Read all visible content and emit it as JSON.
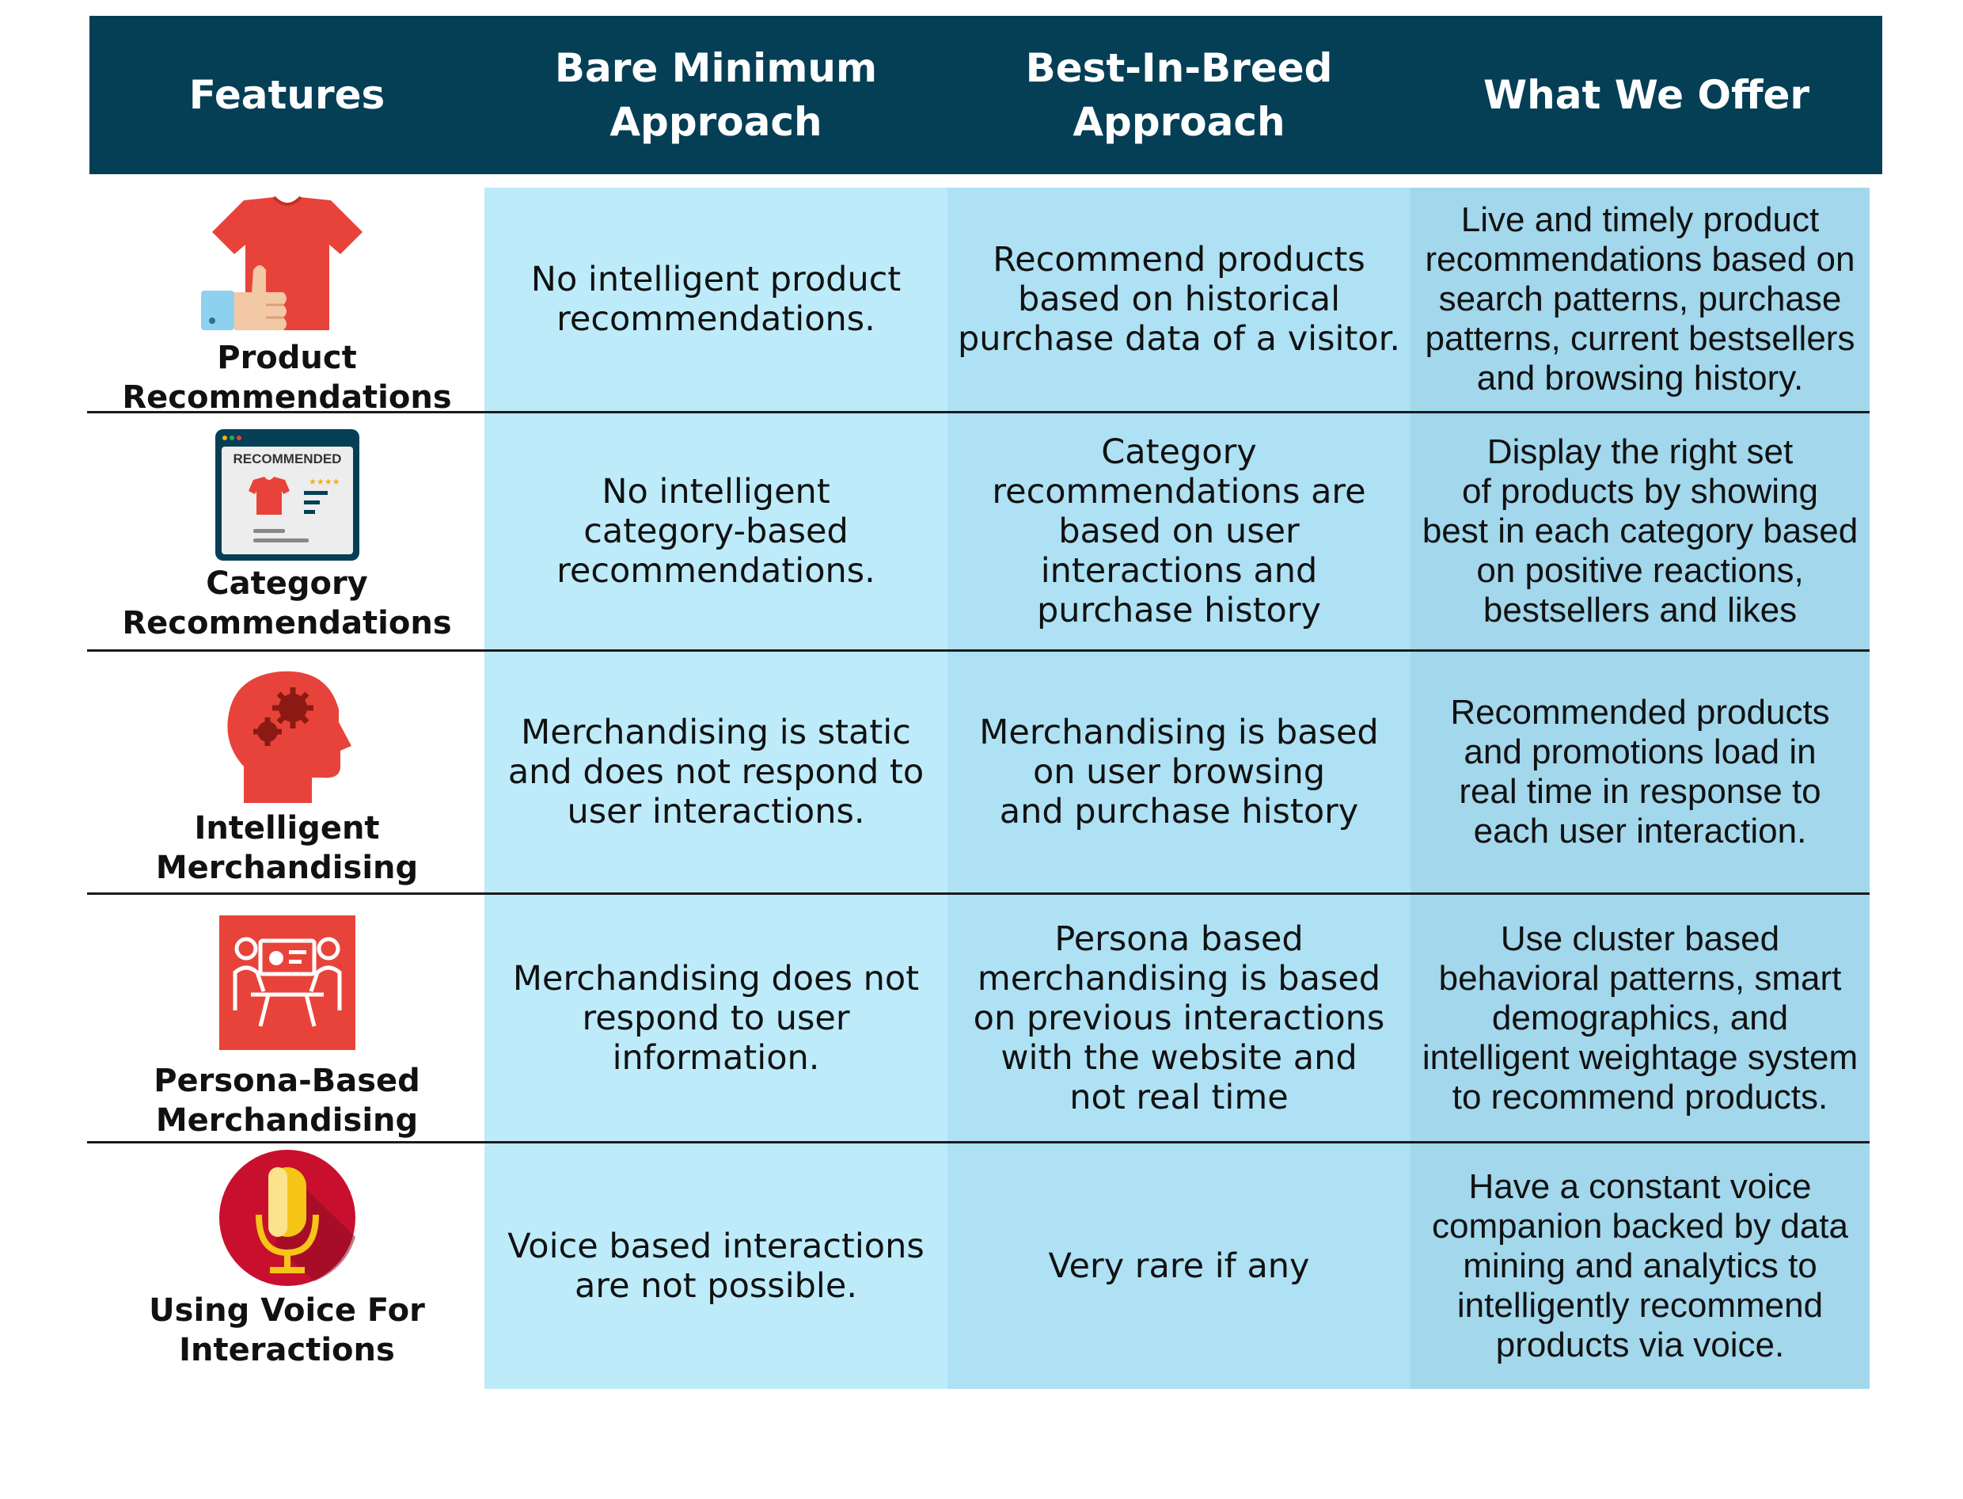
{
  "header": {
    "features": "Features",
    "bare_minimum": "Bare Minimum\nApproach",
    "best_in_breed": "Best-In-Breed\nApproach",
    "what_we_offer": "What We Offer"
  },
  "rows": [
    {
      "feature": "Product\nRecommendations",
      "icon": "tshirt-thumbs-up-icon",
      "bare_minimum": "No intelligent product\nrecommendations.",
      "best_in_breed": "Recommend products\nbased on historical\npurchase data of a visitor.",
      "what_we_offer": "Live and timely product\nrecommendations based on\nsearch patterns, purchase\npatterns, current bestsellers\nand browsing history."
    },
    {
      "feature": "Category\nRecommendations",
      "icon": "recommended-browser-icon",
      "icon_text": "RECOMMENDED",
      "bare_minimum": "No intelligent\ncategory-based\nrecommendations.",
      "best_in_breed": "Category\nrecommendations are\nbased on user\ninteractions and\npurchase history",
      "what_we_offer": "Display the right set\nof products by showing\nbest in each category based\non positive reactions,\nbestsellers and likes"
    },
    {
      "feature": "Intelligent\nMerchandising",
      "icon": "head-gears-icon",
      "bare_minimum": "Merchandising is static\nand does not respond to\nuser interactions.",
      "best_in_breed": "Merchandising is based\non user browsing\nand purchase history",
      "what_we_offer": "Recommended products\nand promotions load in\nreal time in response to\neach user interaction."
    },
    {
      "feature": "Persona-Based\nMerchandising",
      "icon": "presentation-meeting-icon",
      "bare_minimum": "Merchandising does not\nrespond to user\ninformation.",
      "best_in_breed": "Persona based\nmerchandising is based\non previous interactions\nwith the website and\nnot real time",
      "what_we_offer": "Use cluster based\nbehavioral patterns, smart\ndemographics, and\nintelligent weightage system\nto recommend products."
    },
    {
      "feature": "Using Voice For\nInteractions",
      "icon": "microphone-icon",
      "bare_minimum": "Voice based interactions\nare not possible.",
      "best_in_breed": "Very rare if any",
      "what_we_offer": "Have a constant voice\ncompanion backed by data\nmining and analytics to\nintelligently recommend\nproducts via voice."
    }
  ],
  "colors": {
    "header_bg": "#053F56",
    "col_bare_minimum": "#BDEBFA",
    "col_best_in_breed": "#AEE1F4",
    "col_what_we_offer": "#A2D7EC",
    "icon_red": "#E8433A"
  }
}
